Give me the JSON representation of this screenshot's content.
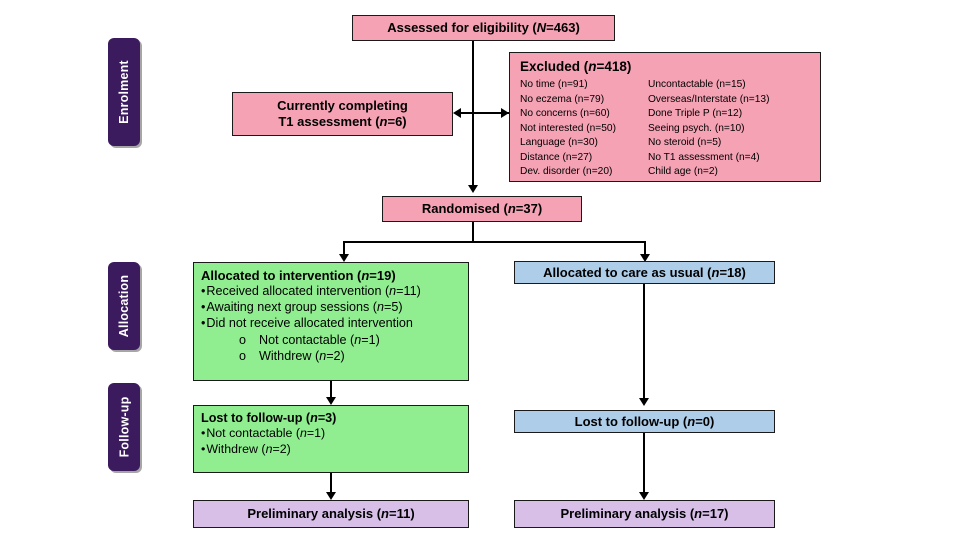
{
  "stages": [
    {
      "id": "enrolment",
      "label": "Enrolment"
    },
    {
      "id": "allocation",
      "label": "Allocation"
    },
    {
      "id": "followup",
      "label": "Follow-up"
    }
  ],
  "boxes": {
    "assessed": {
      "label": "Assessed for eligibility (",
      "italic": "N",
      "tail": "=463)"
    },
    "t1_line1": "Currently completing",
    "t1_line2": {
      "label": "T1 assessment (",
      "italic": "n",
      "tail": "=6)"
    },
    "excluded_heading": {
      "label": "Excluded (",
      "italic": "n",
      "tail": "=418)"
    },
    "randomised": {
      "label": "Randomised (",
      "italic": "n",
      "tail": "=37)"
    },
    "alloc_int_heading": {
      "label": "Allocated to intervention (",
      "italic": "n",
      "tail": "=19)"
    },
    "alloc_cau": {
      "label": "Allocated to care as usual (",
      "italic": "n",
      "tail": "=18)"
    },
    "lost_int_heading": {
      "label": "Lost to follow-up (",
      "italic": "n",
      "tail": "=3)"
    },
    "lost_cau": {
      "label": "Lost to follow-up (",
      "italic": "n",
      "tail": "=0)"
    },
    "prelim_int": {
      "label": "Preliminary analysis (",
      "italic": "n",
      "tail": "=11)"
    },
    "prelim_cau": {
      "label": "Preliminary analysis (",
      "italic": "n",
      "tail": "=17)"
    }
  },
  "excluded_reasons_left": [
    "No time (n=91)",
    "No eczema (n=79)",
    "No concerns (n=60)",
    "Not interested (n=50)",
    "Language (n=30)",
    "Distance (n=27)",
    "Dev. disorder (n=20)"
  ],
  "excluded_reasons_right": [
    "Uncontactable (n=15)",
    "Overseas/Interstate (n=13)",
    "Done Triple P (n=12)",
    "Seeing psych. (n=10)",
    " No steroid (n=5)",
    "  No T1 assessment (n=4)",
    "  Child age (n=2)"
  ],
  "alloc_int_bullets": [
    {
      "bullet": "•",
      "label": "Received allocated intervention (",
      "italic": "n",
      "tail": "=11)"
    },
    {
      "bullet": "•",
      "label": "Awaiting next group sessions (",
      "italic": "n",
      "tail": "=5)"
    },
    {
      "bullet": "•",
      "label": "Did not receive allocated intervention",
      "italic": "",
      "tail": ""
    }
  ],
  "alloc_int_subbullets": [
    {
      "bullet": "o",
      "label": "Not contactable (",
      "italic": "n",
      "tail": "=1)"
    },
    {
      "bullet": "o",
      "label": "Withdrew (",
      "italic": "n",
      "tail": "=2)"
    }
  ],
  "lost_int_bullets": [
    {
      "bullet": "•",
      "label": "Not contactable (",
      "italic": "n",
      "tail": "=1)"
    },
    {
      "bullet": "•",
      "label": "Withdrew (",
      "italic": "n",
      "tail": "=2)"
    }
  ],
  "colors": {
    "pink": "#f5a2b4",
    "green": "#90ee90",
    "blue": "#aecde8",
    "purple": "#d7bfe8",
    "stage": "#3b1a5e",
    "line": "#000000"
  }
}
